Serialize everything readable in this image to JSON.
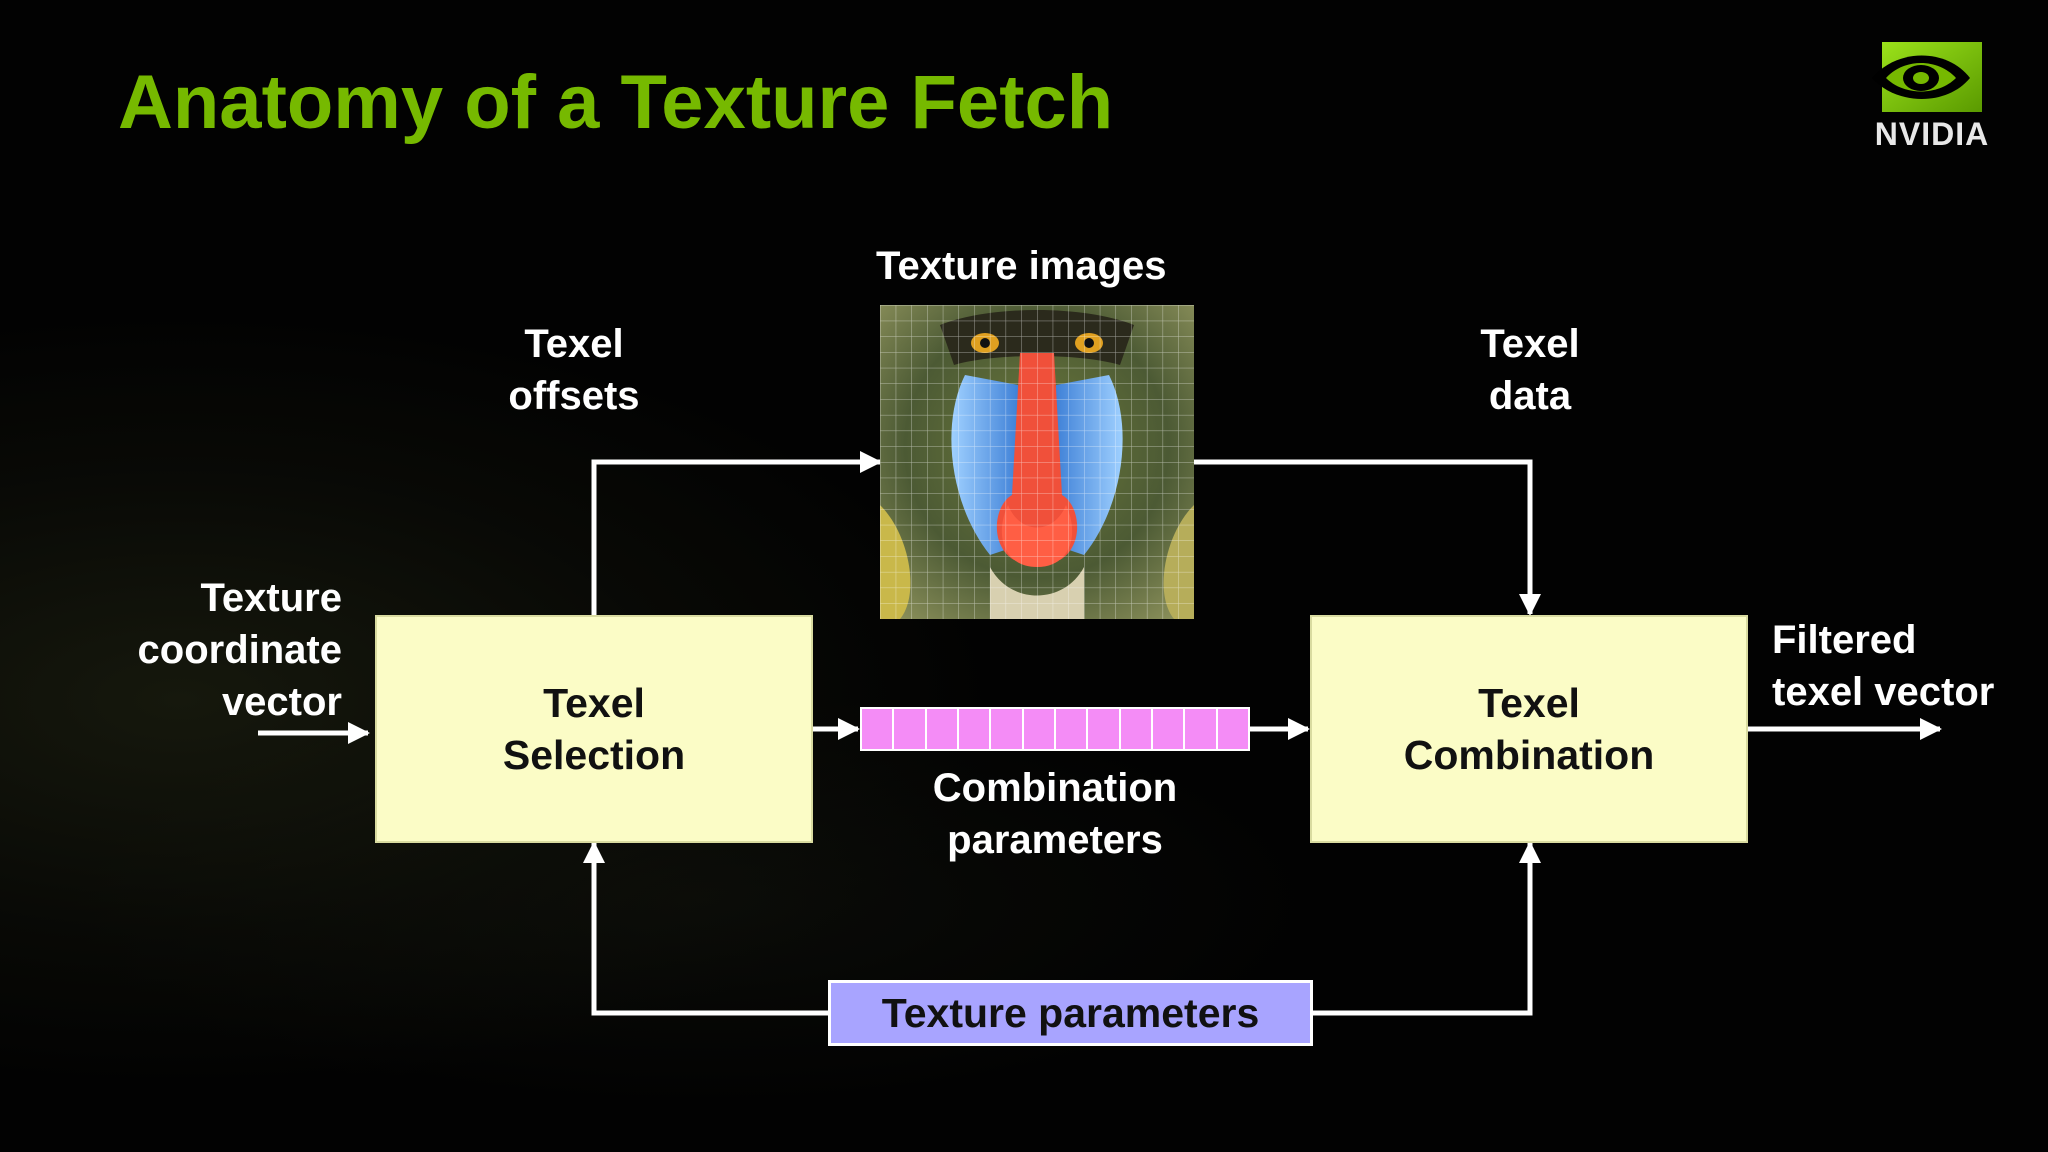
{
  "slide": {
    "title": "Anatomy of a Texture Fetch",
    "logo_text": "NVIDIA",
    "colors": {
      "title": "#76b900",
      "box_fill": "#fbfcc6",
      "param_fill": "#a8a4ff",
      "combo_cell": "#f48cf6",
      "arrow": "#ffffff"
    }
  },
  "diagram": {
    "texture_images_label": "Texture images",
    "texel_offsets_label": [
      "Texel",
      "offsets"
    ],
    "texel_data_label": [
      "Texel",
      "data"
    ],
    "input_label": [
      "Texture",
      "coordinate",
      "vector"
    ],
    "output_label": [
      "Filtered",
      "texel vector"
    ],
    "selection_box": [
      "Texel",
      "Selection"
    ],
    "combination_box": [
      "Texel",
      "Combination"
    ],
    "combination_params_label": [
      "Combination",
      "parameters"
    ],
    "combination_param_cells": 12,
    "texture_parameters_label": "Texture parameters"
  }
}
